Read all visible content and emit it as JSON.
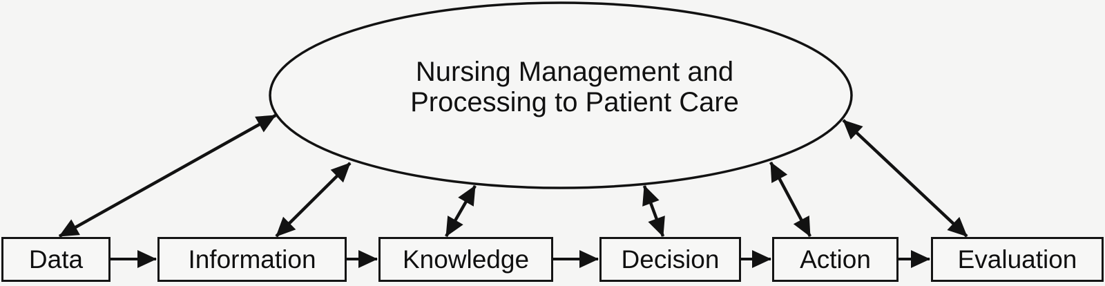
{
  "diagram": {
    "ellipse_label": {
      "line1": "Nursing Management and",
      "line2": "Processing to Patient Care"
    },
    "nodes": [
      {
        "label": "Data"
      },
      {
        "label": "Information"
      },
      {
        "label": "Knowledge"
      },
      {
        "label": "Decision"
      },
      {
        "label": "Action"
      },
      {
        "label": "Evaluation"
      }
    ],
    "edges": [
      {
        "from": "Data",
        "to": "Information",
        "type": "one-way"
      },
      {
        "from": "Information",
        "to": "Knowledge",
        "type": "one-way"
      },
      {
        "from": "Knowledge",
        "to": "Decision",
        "type": "one-way"
      },
      {
        "from": "Decision",
        "to": "Action",
        "type": "one-way"
      },
      {
        "from": "Action",
        "to": "Evaluation",
        "type": "one-way"
      },
      {
        "from": "Data",
        "to": "Nursing Management and Processing to Patient Care",
        "type": "two-way"
      },
      {
        "from": "Information",
        "to": "Nursing Management and Processing to Patient Care",
        "type": "two-way"
      },
      {
        "from": "Knowledge",
        "to": "Nursing Management and Processing to Patient Care",
        "type": "two-way"
      },
      {
        "from": "Decision",
        "to": "Nursing Management and Processing to Patient Care",
        "type": "two-way"
      },
      {
        "from": "Action",
        "to": "Nursing Management and Processing to Patient Care",
        "type": "two-way"
      },
      {
        "from": "Evaluation",
        "to": "Nursing Management and Processing to Patient Care",
        "type": "two-way"
      }
    ],
    "colors": {
      "background": "#f5f5f4",
      "stroke": "#121212",
      "node_fill": "#f7f7f6",
      "text": "#0f0f0f"
    }
  }
}
